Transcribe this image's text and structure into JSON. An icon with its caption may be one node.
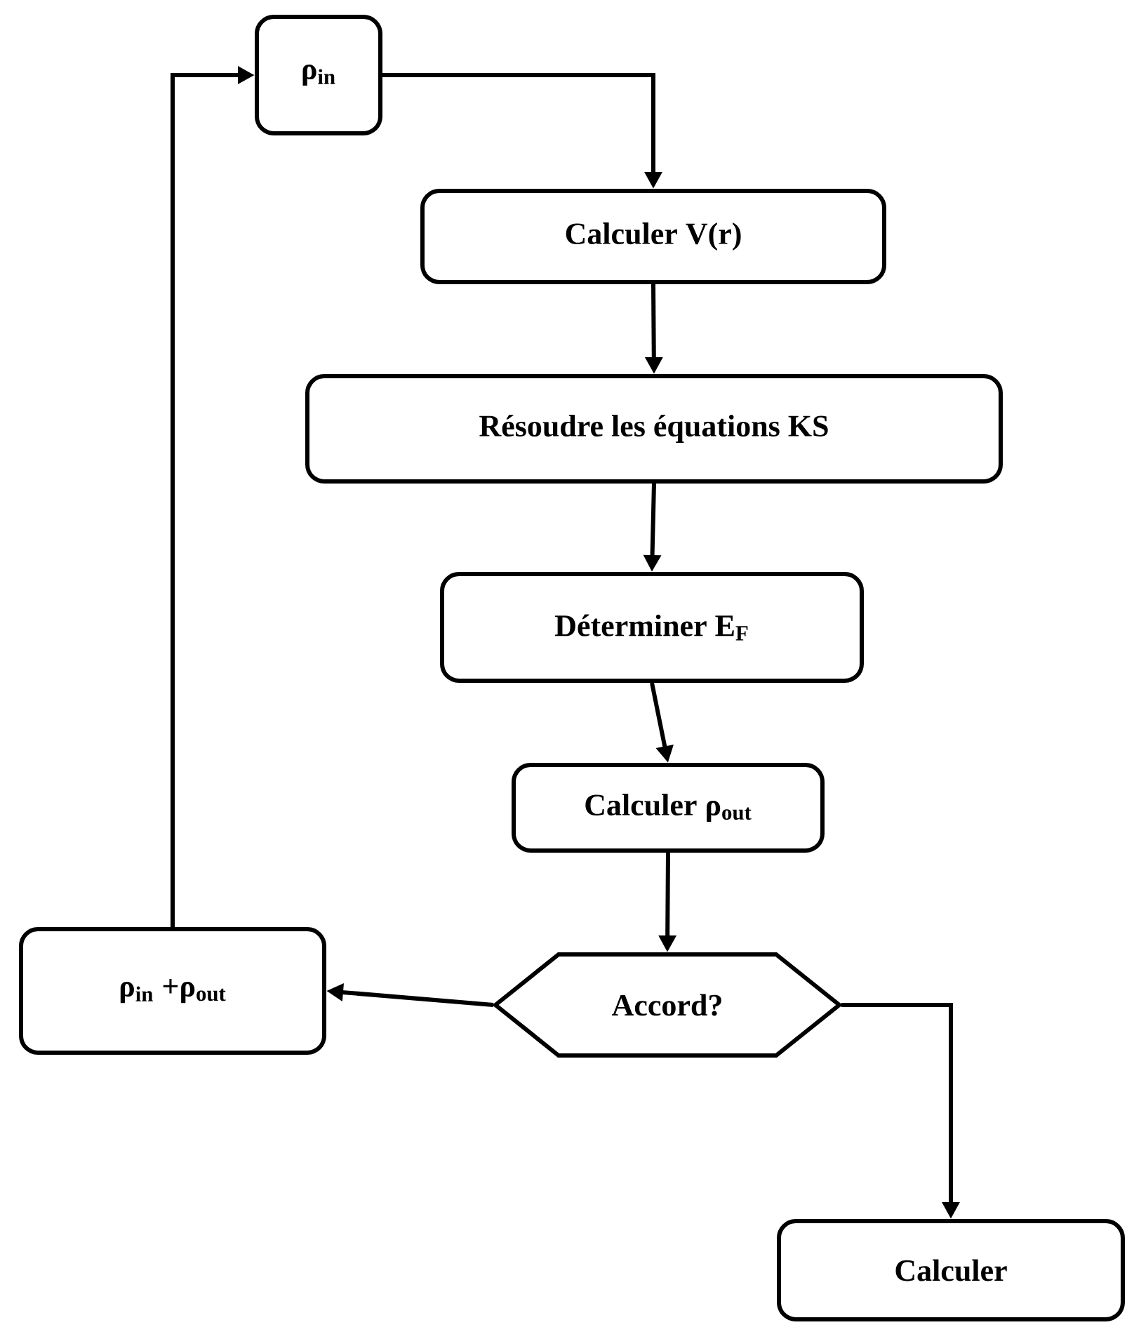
{
  "diagram": {
    "nodes": [
      {
        "text": [
          "ρ$_{in}$"
        ]
      },
      {
        "text": [
          "Calculer V(r)"
        ]
      },
      {
        "text": [
          "Résoudre les équations KS"
        ]
      },
      {
        "text": [
          "Déterminer E$_{F}$"
        ]
      },
      {
        "text": [
          "Calculer ρ$_{out}$"
        ]
      },
      {
        "text": [
          "Accord?"
        ]
      },
      {
        "text": [
          "ρ$_{in}$ +ρ$_{out}$"
        ]
      },
      {
        "text": [
          "Calculer"
        ]
      }
    ],
    "edges": [
      {
        "from": 0,
        "to": 1,
        "arrow": "to"
      },
      {
        "from": 1,
        "to": 2,
        "arrow": "to"
      },
      {
        "from": 2,
        "to": 3,
        "arrow": "to"
      },
      {
        "from": 3,
        "to": 4,
        "arrow": "to"
      },
      {
        "from": 4,
        "to": 5,
        "arrow": "to"
      },
      {
        "from": 5,
        "to": 6,
        "arrow": "to"
      },
      {
        "from": 5,
        "to": 7,
        "arrow": "to"
      },
      {
        "from": 6,
        "to": 0,
        "arrow": "to"
      }
    ]
  }
}
